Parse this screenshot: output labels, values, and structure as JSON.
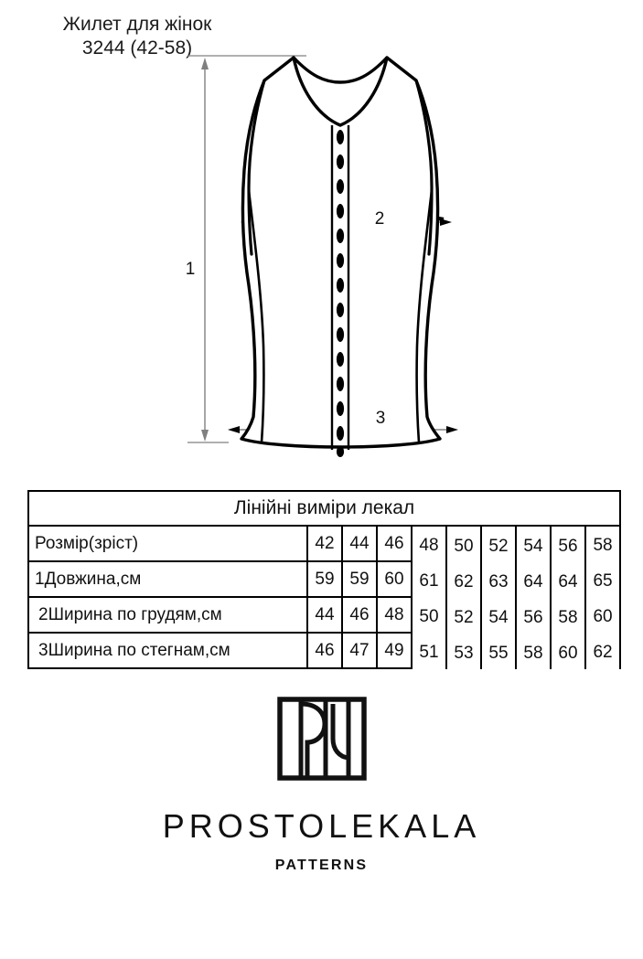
{
  "title": {
    "line1": "Жилет для жінок",
    "line2": "3244 (42-58)"
  },
  "drawing": {
    "name": "womens-vest-technical-drawing",
    "labels": {
      "length": "1",
      "chest_width": "2",
      "hip_width": "3"
    },
    "stroke_color": "#000000",
    "dimension_color": "#808080"
  },
  "table": {
    "title": "Лінійні виміри лекал",
    "rows": [
      {
        "label": "Розмір(зріст)",
        "values": [
          "42",
          "44",
          "46",
          "48",
          "50",
          "52",
          "54",
          "56",
          "58"
        ]
      },
      {
        "label": "1Довжина,см",
        "values": [
          "59",
          "59",
          "60",
          "61",
          "62",
          "63",
          "64",
          "64",
          "65"
        ]
      },
      {
        "label": "2Ширина по грудям,см",
        "values": [
          "44",
          "46",
          "48",
          "50",
          "52",
          "54",
          "56",
          "58",
          "60"
        ]
      },
      {
        "label": "3Ширина по стегнам,см",
        "values": [
          "46",
          "47",
          "49",
          "51",
          "53",
          "55",
          "58",
          "60",
          "62"
        ]
      }
    ]
  },
  "brand": {
    "mark": "prostolekala-monogram-logo",
    "name": "PROSTOLEKALA",
    "tagline": "PATTERNS"
  }
}
